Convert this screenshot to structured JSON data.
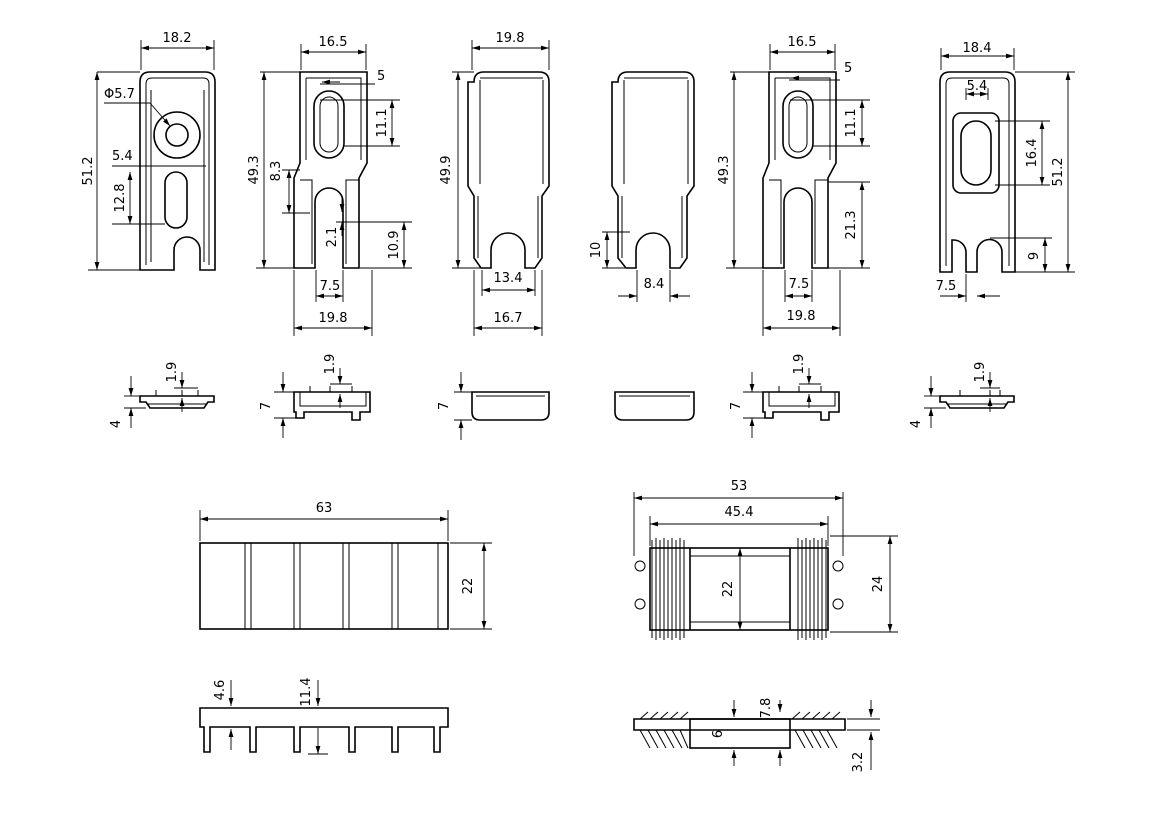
{
  "labels": {
    "p1_w": "18.2",
    "p1_dia": "Φ5.7",
    "p1_h": "51.2",
    "p1_slot_w": "5.4",
    "p1_slot_h": "12.8",
    "p2_top": "16.5",
    "p2_5": "5",
    "p2_11": "11.1",
    "p2_h": "49.3",
    "p2_83": "8.3",
    "p2_21": "2.1",
    "p2_109": "10.9",
    "p2_75": "7.5",
    "p2_198": "19.8",
    "p3_top": "19.8",
    "p3_h": "49.9",
    "p3_134": "13.4",
    "p3_167": "16.7",
    "p4_10": "10",
    "p4_84": "8.4",
    "p5_top": "16.5",
    "p5_5": "5",
    "p5_11": "11.1",
    "p5_h": "49.3",
    "p5_213": "21.3",
    "p5_75": "7.5",
    "p5_198": "19.8",
    "p6_top": "18.4",
    "p6_54": "5.4",
    "p6_164": "16.4",
    "p6_h": "51.2",
    "p6_9": "9",
    "p6_75": "7.5",
    "s1_19": "1.9",
    "s1_4": "4",
    "s2_19": "1.9",
    "s2_7": "7",
    "s3_7": "7",
    "s5_19": "1.9",
    "s5_7": "7",
    "s6_19": "1.9",
    "s6_4": "4",
    "h1_63": "63",
    "h1_22": "22",
    "h1_46": "4.6",
    "h1_114": "11.4",
    "h2_53": "53",
    "h2_454": "45.4",
    "h2_22": "22",
    "h2_24": "24",
    "h2_78": "7.8",
    "h2_6": "6",
    "h2_32": "3.2"
  }
}
